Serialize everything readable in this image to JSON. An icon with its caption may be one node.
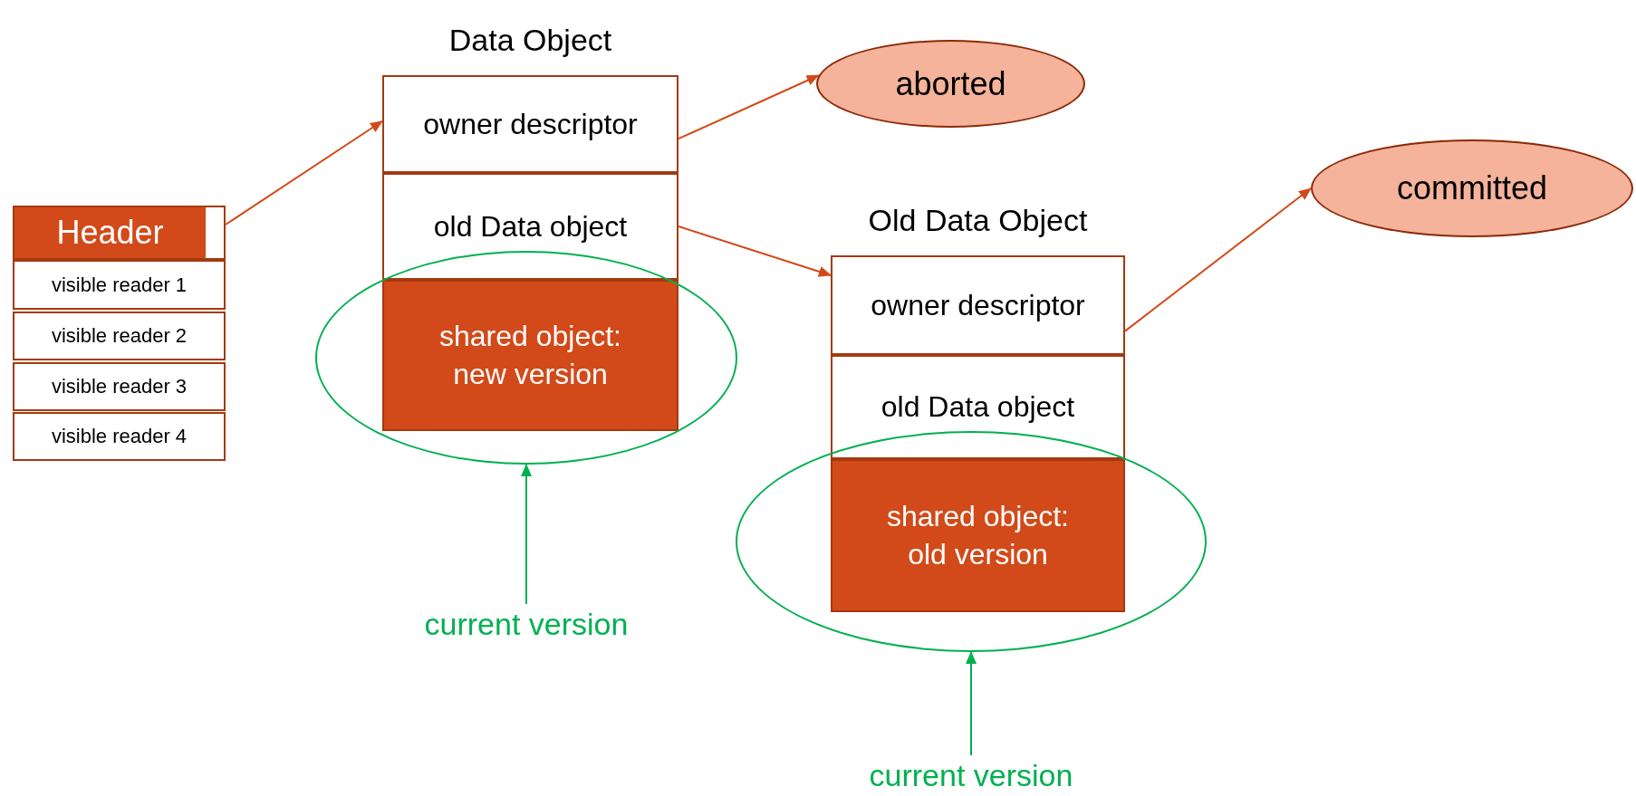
{
  "diagram": {
    "nodes": [
      {
        "text": [
          "Header"
        ]
      },
      {
        "text": [
          "visible reader 1"
        ]
      },
      {
        "text": [
          "visible reader 2"
        ]
      },
      {
        "text": [
          "visible reader 3"
        ]
      },
      {
        "text": [
          "visible reader 4"
        ]
      },
      {
        "text": [
          "Data Object"
        ]
      },
      {
        "text": [
          "owner descriptor"
        ],
        "in": 5
      },
      {
        "text": [
          "old Data object"
        ],
        "in": 5
      },
      {
        "text": [
          "shared object: new version"
        ]
      },
      {
        "text": [
          "aborted"
        ]
      },
      {
        "text": [
          "Old Data Object"
        ]
      },
      {
        "text": [
          "owner descriptor"
        ],
        "in": 10
      },
      {
        "text": [
          "old Data object"
        ],
        "in": 10
      },
      {
        "text": [
          "shared object: old version"
        ]
      },
      {
        "text": [
          "committed"
        ]
      },
      {
        "text": [],
        "shape": "ellipse"
      },
      {
        "text": [
          "current version"
        ]
      },
      {
        "text": [],
        "shape": "ellipse"
      },
      {
        "text": [
          "current version"
        ]
      }
    ],
    "edges": [
      {
        "from": 0,
        "to": 6,
        "arrow": "to"
      },
      {
        "from": 6,
        "to": 9,
        "arrow": "to"
      },
      {
        "from": 7,
        "to": 11,
        "arrow": "to"
      },
      {
        "from": 11,
        "to": 14,
        "arrow": "to"
      },
      {
        "from": 16,
        "to": 15,
        "arrow": "to",
        "color": "#00b050"
      },
      {
        "from": 18,
        "to": 17,
        "arrow": "to",
        "color": "#00b050"
      }
    ]
  }
}
